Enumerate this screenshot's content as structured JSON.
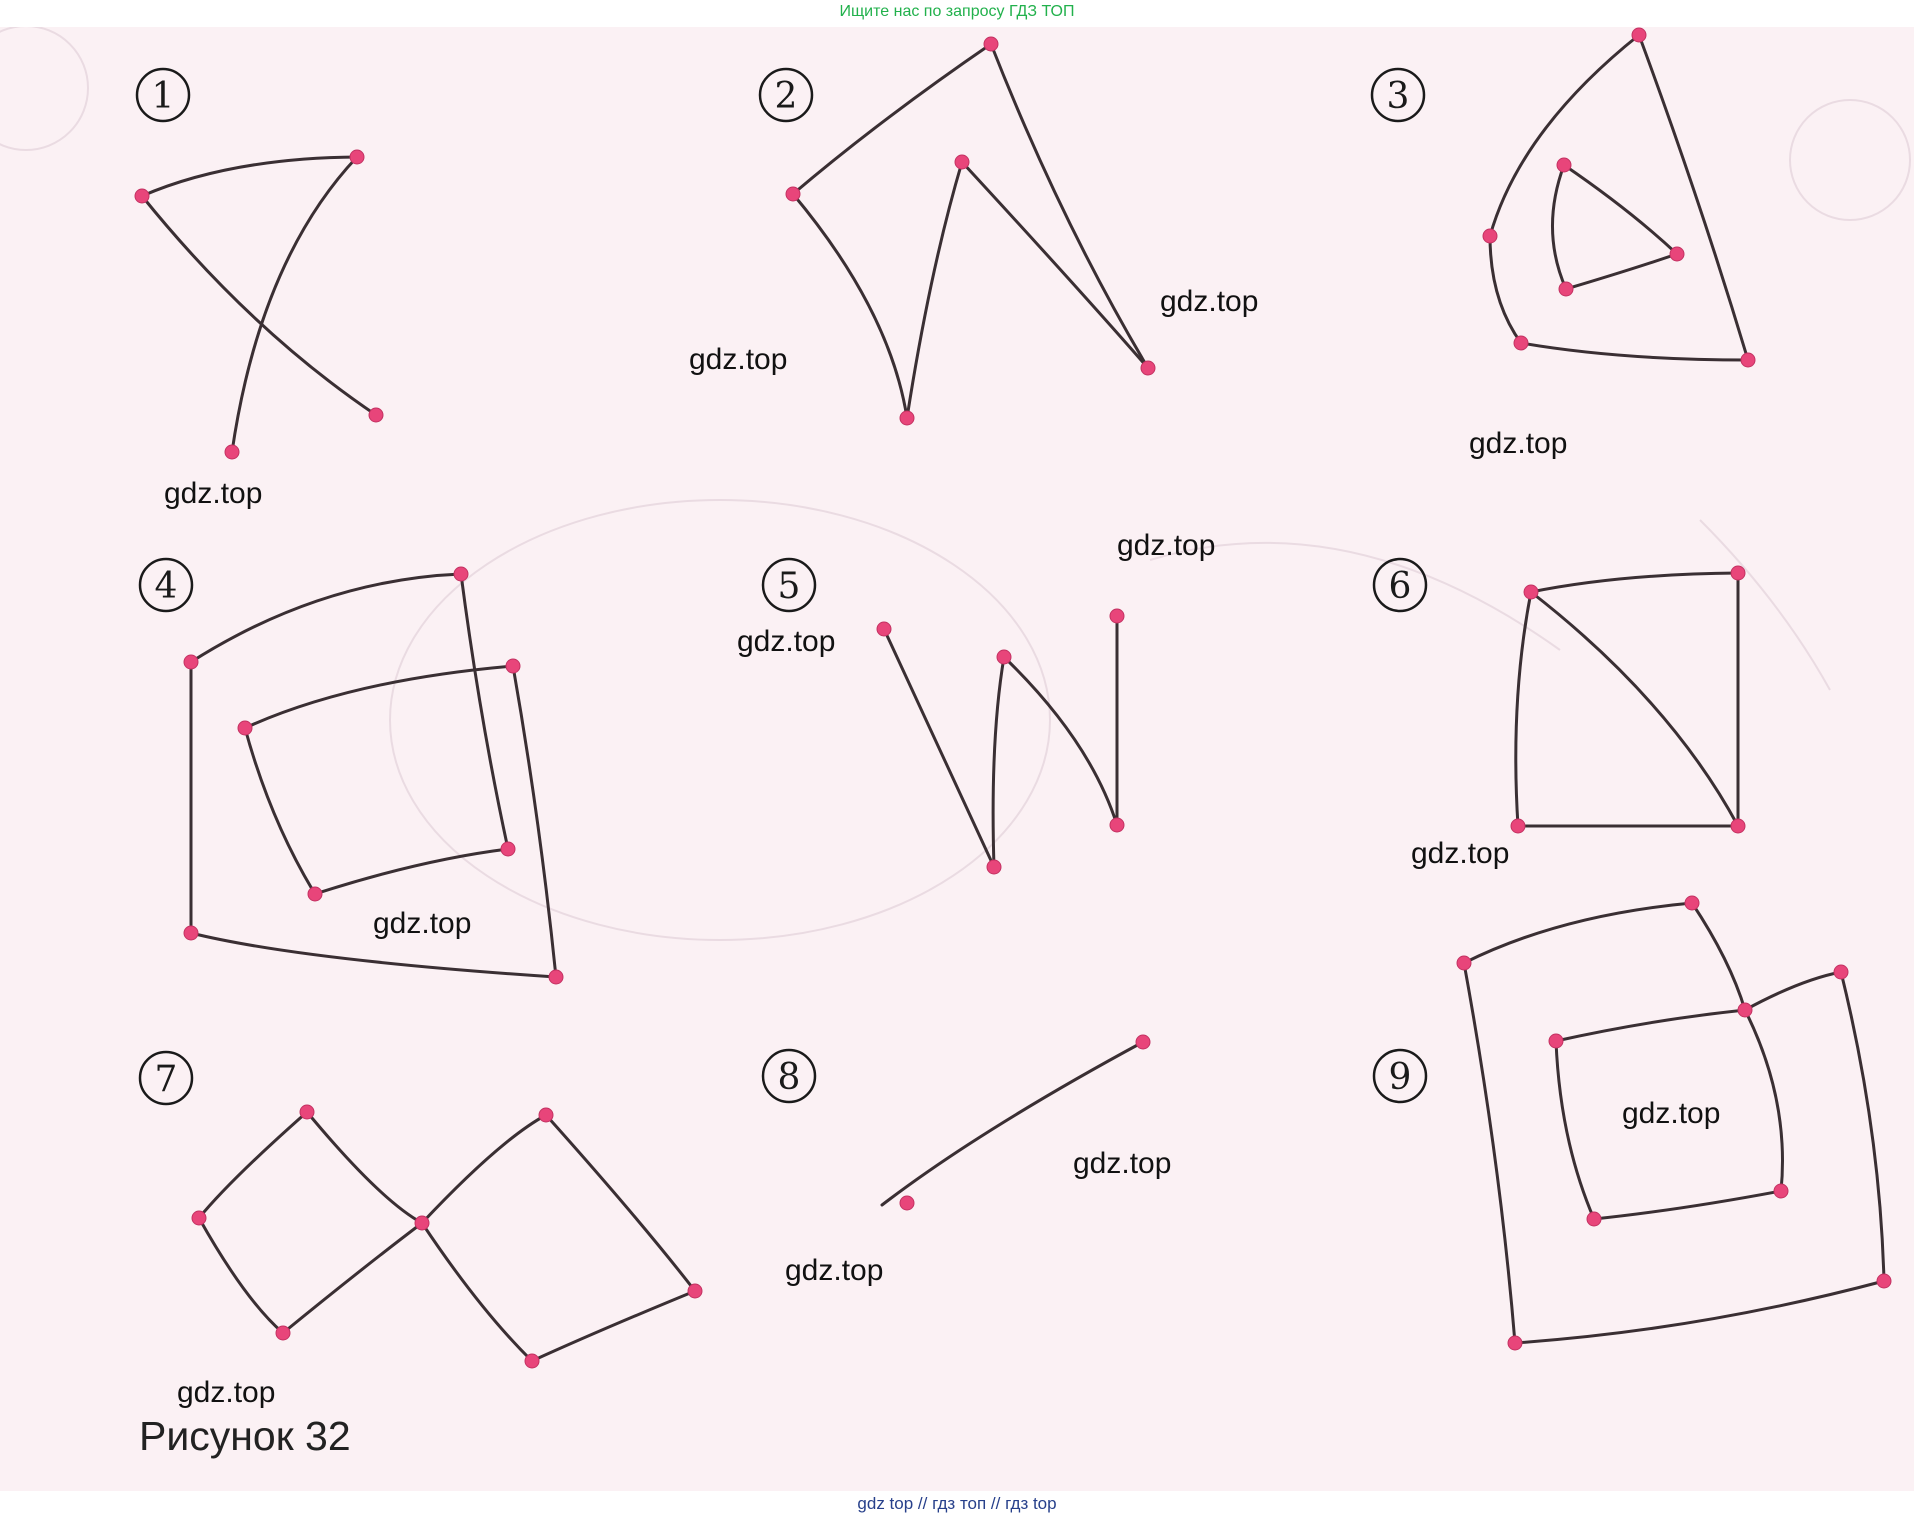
{
  "top_banner": "Ищите нас по запросу ГДЗ ТОП",
  "bottom_banner": "gdz top  //  гдз топ  //  гдз top",
  "caption": "Рисунок 32",
  "watermark_text": "gdz.top",
  "figures": [
    {
      "label": "1"
    },
    {
      "label": "2"
    },
    {
      "label": "3"
    },
    {
      "label": "4"
    },
    {
      "label": "5"
    },
    {
      "label": "6"
    },
    {
      "label": "7"
    },
    {
      "label": "8"
    },
    {
      "label": "9"
    }
  ],
  "colors": {
    "node": "#e8457a",
    "edge": "#3a2f33",
    "page_background": "#fbf1f4",
    "top_banner": "#22b14c",
    "bottom_banner": "#27408b"
  }
}
